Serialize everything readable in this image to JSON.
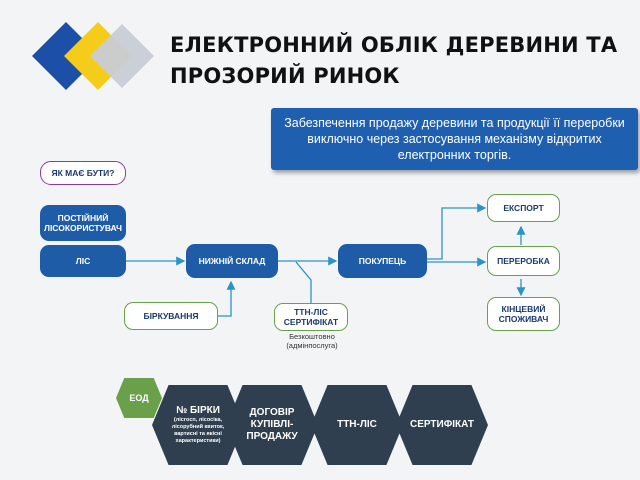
{
  "title": {
    "line1": "ЕЛЕКТРОННИЙ ОБЛІК ДЕРЕВИНИ ТА",
    "line2": "ПРОЗОРИЙ РИНОК"
  },
  "callout": "Забезпечення продажу деревини та продукції її переробки виключно через застосування механізму відкритих електронних торгів.",
  "flow": {
    "question": "ЯК МАЄ БУТИ?",
    "user": "ПОСТІЙНИЙ ЛІСОКОРИСТУВАЧ",
    "forest": "ЛІС",
    "warehouse": "НИЖНІЙ СКЛАД",
    "buyer": "ПОКУПЕЦЬ",
    "export": "ЕКСПОРТ",
    "processing": "ПЕРЕРОБКА",
    "consumer": "КІНЦЕВИЙ СПОЖИВАЧ",
    "tagging": "БІРКУВАННЯ",
    "ttn": "ТТН-ЛІС СЕРТИФІКАТ",
    "free_note": "Безкоштовно (адмінпослуга)"
  },
  "eod": {
    "label": "ЕОД",
    "steps": [
      {
        "title": "№ БІРКИ",
        "sub": "(лісгосп, лісосіка, лісорубний квиток, вартисні та якісні характеристики)"
      },
      {
        "title": "ДОГОВІР КУПІВЛІ-ПРОДАЖУ",
        "sub": ""
      },
      {
        "title": "ТТН-ЛІС",
        "sub": ""
      },
      {
        "title": "СЕРТИФІКАТ",
        "sub": ""
      }
    ]
  },
  "colors": {
    "dark_blue": "#1e5ca8",
    "callout_blue": "#1f5fb0",
    "connector": "#2a93c9",
    "outline_green": "#6aa04a",
    "question_border": "#8a3aa0",
    "hex_dark": "#2f3f4f",
    "hex_green": "#6aa04a",
    "logo_blue": "#1b4fa8",
    "logo_yellow": "#f5cc1a",
    "logo_grey": "#c7ccd6"
  }
}
